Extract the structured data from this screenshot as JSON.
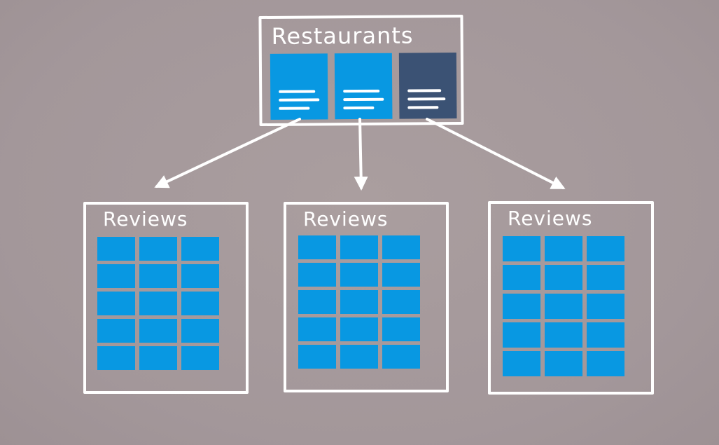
{
  "colors": {
    "background": "#a89b9c",
    "outline": "#ffffff",
    "record_blue": "#0898e2",
    "record_dark": "#3b5274"
  },
  "restaurants": {
    "title": "Restaurants",
    "cards": [
      {
        "color": "#0898e2"
      },
      {
        "color": "#0898e2"
      },
      {
        "color": "#3b5274"
      }
    ]
  },
  "reviews": [
    {
      "title": "Reviews",
      "rows": 5,
      "cols": 3
    },
    {
      "title": "Reviews",
      "rows": 5,
      "cols": 3
    },
    {
      "title": "Reviews",
      "rows": 5,
      "cols": 3
    }
  ]
}
